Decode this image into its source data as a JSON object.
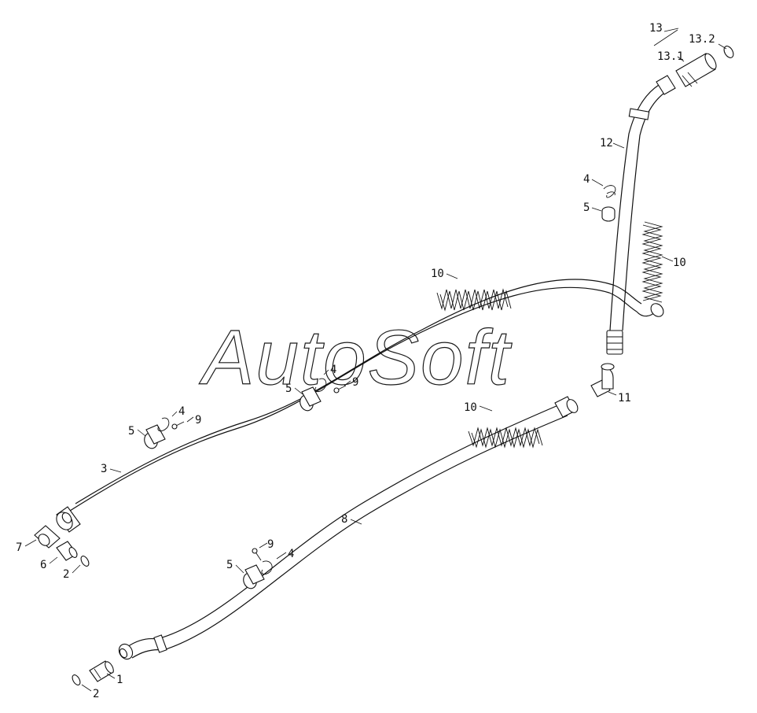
{
  "watermark": "AutoSoft",
  "callouts": [
    {
      "id": "c13",
      "text": "13"
    },
    {
      "id": "c13-2",
      "text": "13.2"
    },
    {
      "id": "c13-1",
      "text": "13.1"
    },
    {
      "id": "c12",
      "text": "12"
    },
    {
      "id": "c4a",
      "text": "4"
    },
    {
      "id": "c5a",
      "text": "5"
    },
    {
      "id": "c10a",
      "text": "10"
    },
    {
      "id": "c10b",
      "text": "10"
    },
    {
      "id": "c5b",
      "text": "5"
    },
    {
      "id": "c4b",
      "text": "4"
    },
    {
      "id": "c9b",
      "text": "9"
    },
    {
      "id": "c11",
      "text": "11"
    },
    {
      "id": "c10c",
      "text": "10"
    },
    {
      "id": "c4c",
      "text": "4"
    },
    {
      "id": "c9c",
      "text": "9"
    },
    {
      "id": "c5c",
      "text": "5"
    },
    {
      "id": "c3",
      "text": "3"
    },
    {
      "id": "c8",
      "text": "8"
    },
    {
      "id": "c7",
      "text": "7"
    },
    {
      "id": "c6",
      "text": "6"
    },
    {
      "id": "c2a",
      "text": "2"
    },
    {
      "id": "c9d",
      "text": "9"
    },
    {
      "id": "c5d",
      "text": "5"
    },
    {
      "id": "c4d",
      "text": "4"
    },
    {
      "id": "c1",
      "text": "1"
    },
    {
      "id": "c2b",
      "text": "2"
    }
  ]
}
